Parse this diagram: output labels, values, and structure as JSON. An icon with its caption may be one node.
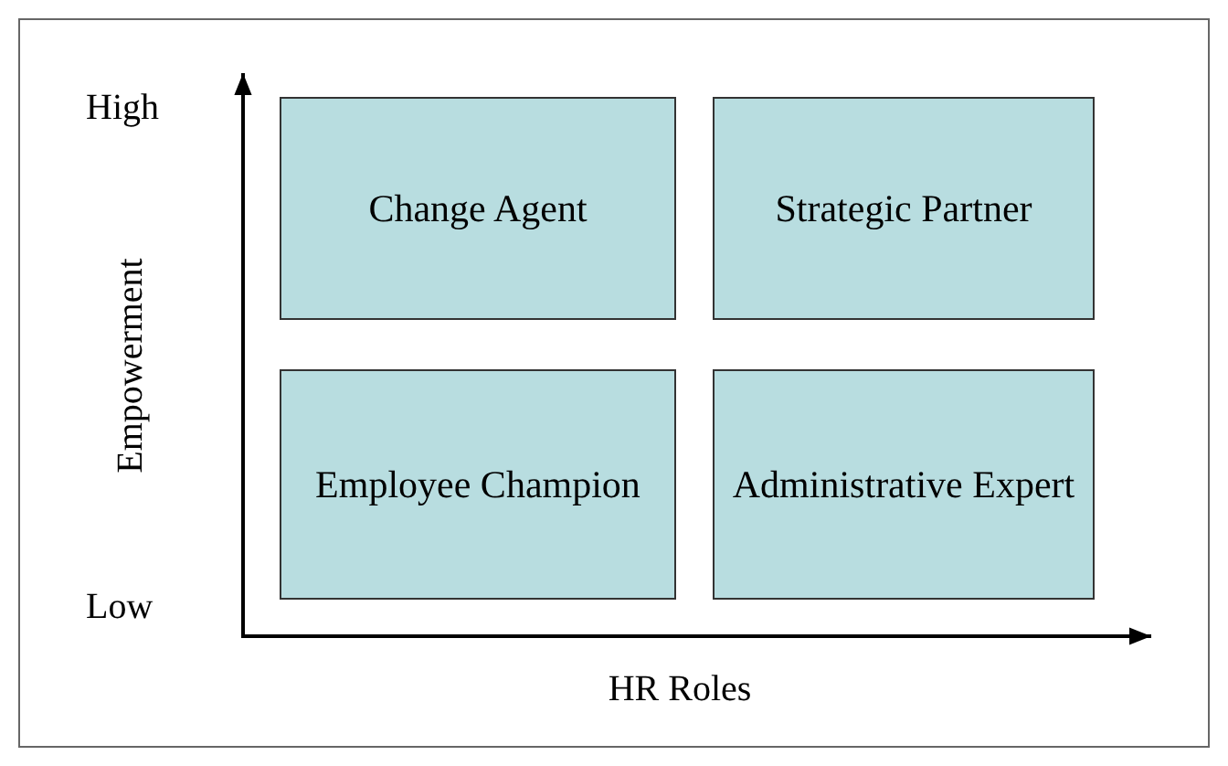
{
  "diagram": {
    "nodes": [
      {
        "text": [
          "Change Agent"
        ]
      },
      {
        "text": [
          "Strategic Partner"
        ]
      },
      {
        "text": [
          "Employee Champion"
        ]
      },
      {
        "text": [
          "Administrative Expert"
        ]
      }
    ],
    "labels": [
      "High",
      "Empowerment",
      "Low",
      "HR Roles"
    ]
  }
}
